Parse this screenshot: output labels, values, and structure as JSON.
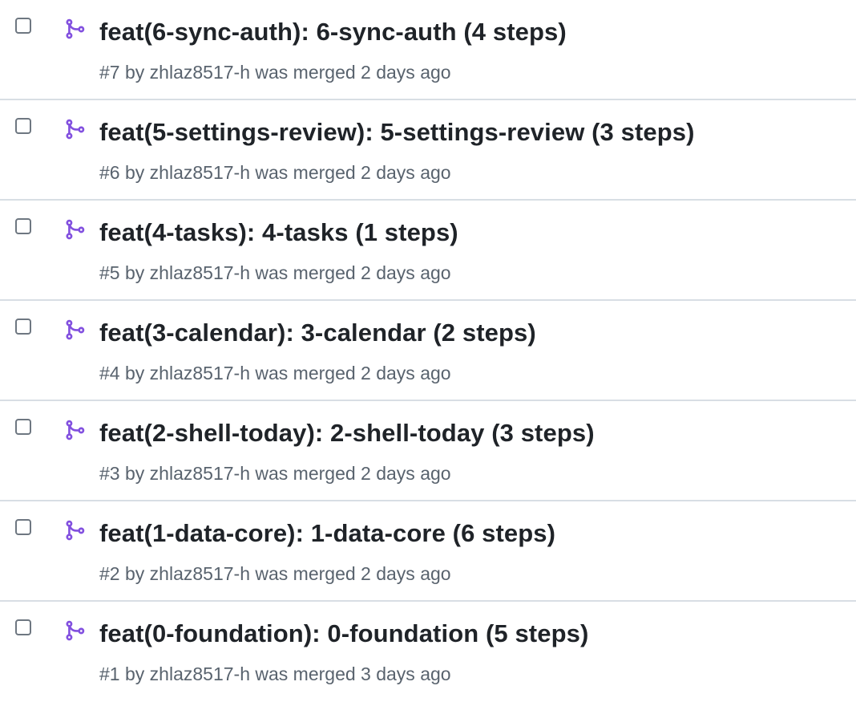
{
  "accent_colors": {
    "merged_icon": "#8250df",
    "title_text": "#1f2328",
    "meta_text": "#59636e",
    "divider": "#d8dee4"
  },
  "icons": {
    "status": "git-merge-icon",
    "select": "checkbox"
  },
  "pull_requests": [
    {
      "title": "feat(6-sync-auth): 6-sync-auth (4 steps)",
      "number": "#7",
      "by": "by",
      "author": "zhlaz8517-h",
      "status": "was merged",
      "time": "2 days ago"
    },
    {
      "title": "feat(5-settings-review): 5-settings-review (3 steps)",
      "number": "#6",
      "by": "by",
      "author": "zhlaz8517-h",
      "status": "was merged",
      "time": "2 days ago"
    },
    {
      "title": "feat(4-tasks): 4-tasks (1 steps)",
      "number": "#5",
      "by": "by",
      "author": "zhlaz8517-h",
      "status": "was merged",
      "time": "2 days ago"
    },
    {
      "title": "feat(3-calendar): 3-calendar (2 steps)",
      "number": "#4",
      "by": "by",
      "author": "zhlaz8517-h",
      "status": "was merged",
      "time": "2 days ago"
    },
    {
      "title": "feat(2-shell-today): 2-shell-today (3 steps)",
      "number": "#3",
      "by": "by",
      "author": "zhlaz8517-h",
      "status": "was merged",
      "time": "2 days ago"
    },
    {
      "title": "feat(1-data-core): 1-data-core (6 steps)",
      "number": "#2",
      "by": "by",
      "author": "zhlaz8517-h",
      "status": "was merged",
      "time": "2 days ago"
    },
    {
      "title": "feat(0-foundation): 0-foundation (5 steps)",
      "number": "#1",
      "by": "by",
      "author": "zhlaz8517-h",
      "status": "was merged",
      "time": "3 days ago"
    }
  ]
}
